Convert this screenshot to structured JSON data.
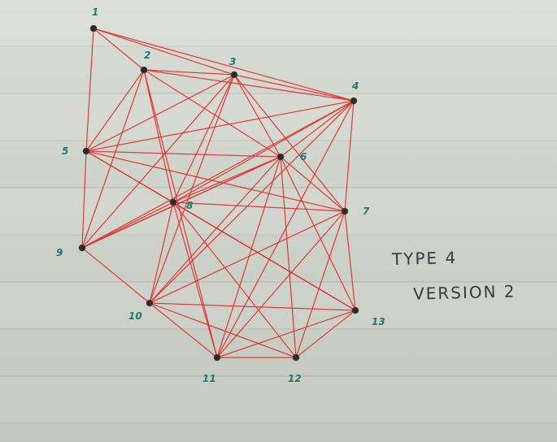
{
  "diagram": {
    "labels": {
      "nodes": [
        "1",
        "2",
        "3",
        "4",
        "5",
        "6",
        "7",
        "8",
        "9",
        "10",
        "11",
        "12",
        "13"
      ]
    },
    "note": {
      "type_text": "TYPE 4",
      "version_text": "VERSION 2"
    },
    "edges": [
      [
        1,
        3
      ],
      [
        1,
        4
      ],
      [
        1,
        5
      ],
      [
        1,
        2
      ],
      [
        2,
        3
      ],
      [
        2,
        4
      ],
      [
        2,
        5
      ],
      [
        2,
        6
      ],
      [
        2,
        8
      ],
      [
        2,
        9
      ],
      [
        2,
        11
      ],
      [
        3,
        4
      ],
      [
        3,
        5
      ],
      [
        3,
        6
      ],
      [
        3,
        7
      ],
      [
        3,
        8
      ],
      [
        3,
        9
      ],
      [
        3,
        10
      ],
      [
        4,
        5
      ],
      [
        4,
        6
      ],
      [
        4,
        7
      ],
      [
        4,
        8
      ],
      [
        4,
        9
      ],
      [
        4,
        10
      ],
      [
        4,
        11
      ],
      [
        5,
        6
      ],
      [
        5,
        8
      ],
      [
        5,
        9
      ],
      [
        5,
        7
      ],
      [
        5,
        13
      ],
      [
        6,
        7
      ],
      [
        6,
        8
      ],
      [
        6,
        9
      ],
      [
        6,
        10
      ],
      [
        6,
        11
      ],
      [
        6,
        12
      ],
      [
        6,
        13
      ],
      [
        7,
        8
      ],
      [
        7,
        11
      ],
      [
        7,
        12
      ],
      [
        7,
        13
      ],
      [
        8,
        9
      ],
      [
        8,
        10
      ],
      [
        8,
        11
      ],
      [
        8,
        12
      ],
      [
        8,
        13
      ],
      [
        9,
        10
      ],
      [
        9,
        6
      ],
      [
        10,
        11
      ],
      [
        10,
        12
      ],
      [
        10,
        13
      ],
      [
        10,
        7
      ],
      [
        11,
        12
      ],
      [
        11,
        13
      ],
      [
        12,
        13
      ]
    ],
    "colors": {
      "edge": "#e0302a",
      "node": "#2a2a2a",
      "label": "#1f7a6e"
    }
  }
}
